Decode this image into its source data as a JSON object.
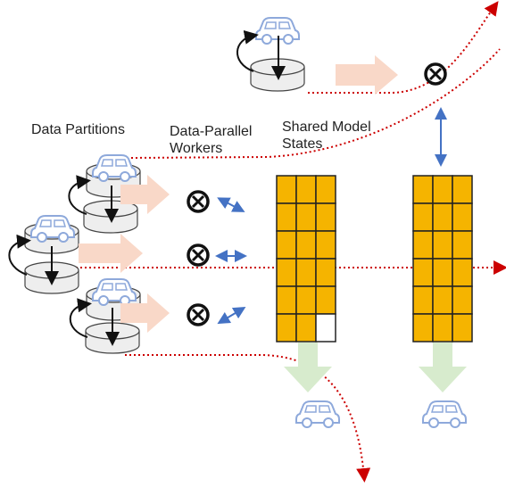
{
  "labels": {
    "data_partitions": "Data Partitions",
    "data_parallel_workers": "Data-Parallel\nWorkers",
    "shared_model_states": "Shared Model\nStates"
  },
  "colors": {
    "grid_fill": "#f5b400",
    "grid_empty": "#ffffff",
    "grid_stroke": "#222222",
    "input_arrow": "#f9d8c8",
    "output_arrow": "#d7ebcd",
    "flow_line": "#cc0000",
    "sync_arrow": "#4472c4",
    "car": "#8ea9db",
    "disk_fill": "#eeeeee",
    "disk_stroke": "#444444"
  },
  "icons": {
    "worker": "circled-times-icon",
    "car": "car-icon",
    "partition": "disk-icon",
    "loop": "loop-arrow-icon"
  }
}
